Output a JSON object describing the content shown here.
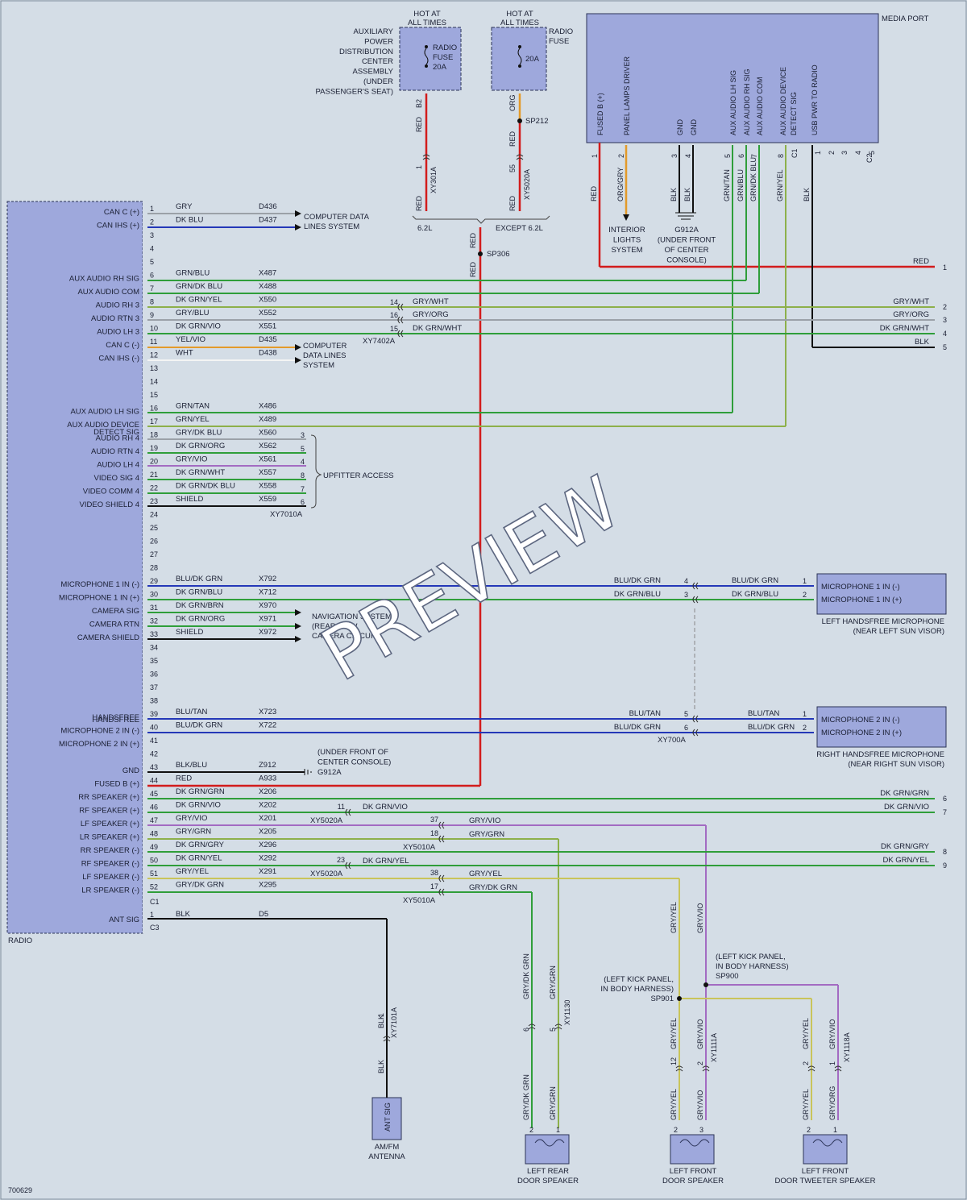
{
  "image_id": "700629",
  "watermark": "PREVIEW",
  "colors": {
    "background": "#d4dde6",
    "module_fill": "#9ea8dc",
    "module_stroke": "#2b3357",
    "red": "#d21c1c",
    "gray": "#9ba1a8",
    "blue": "#2438b8",
    "green": "#2f9e3a",
    "orange": "#e39a2a",
    "black": "#111111",
    "violet": "#a36bc2",
    "yellow_green": "#8db04a",
    "white": "#f4f4f4"
  },
  "radio": {
    "label": "RADIO",
    "connector_c1": "C1",
    "connector_c3": "C3",
    "pins": [
      {
        "n": "1",
        "name": "CAN C (+)",
        "wire": "GRY",
        "circuit": "D436"
      },
      {
        "n": "2",
        "name": "CAN IHS (+)",
        "wire": "DK BLU",
        "circuit": "D437"
      },
      {
        "n": "3",
        "name": "",
        "wire": "",
        "circuit": ""
      },
      {
        "n": "4",
        "name": "",
        "wire": "",
        "circuit": ""
      },
      {
        "n": "5",
        "name": "",
        "wire": "",
        "circuit": ""
      },
      {
        "n": "6",
        "name": "AUX AUDIO RH SIG",
        "wire": "GRN/BLU",
        "circuit": "X487"
      },
      {
        "n": "7",
        "name": "AUX AUDIO COM",
        "wire": "GRN/DK BLU",
        "circuit": "X488"
      },
      {
        "n": "8",
        "name": "AUDIO RH 3",
        "wire": "DK GRN/YEL",
        "circuit": "X550"
      },
      {
        "n": "9",
        "name": "AUDIO RTN 3",
        "wire": "GRY/BLU",
        "circuit": "X552"
      },
      {
        "n": "10",
        "name": "AUDIO LH 3",
        "wire": "DK GRN/VIO",
        "circuit": "X551"
      },
      {
        "n": "11",
        "name": "CAN C (-)",
        "wire": "YEL/VIO",
        "circuit": "D435"
      },
      {
        "n": "12",
        "name": "CAN IHS (-)",
        "wire": "WHT",
        "circuit": "D438"
      },
      {
        "n": "13",
        "name": "",
        "wire": "",
        "circuit": ""
      },
      {
        "n": "14",
        "name": "",
        "wire": "",
        "circuit": ""
      },
      {
        "n": "15",
        "name": "",
        "wire": "",
        "circuit": ""
      },
      {
        "n": "16",
        "name": "AUX AUDIO LH SIG",
        "wire": "GRN/TAN",
        "circuit": "X486"
      },
      {
        "n": "17",
        "name": "AUX AUDIO DEVICE",
        "wire": "GRN/YEL",
        "circuit": "X489"
      },
      {
        "n": "18",
        "name": "AUDIO RH 4",
        "wire": "GRY/DK BLU",
        "circuit": "X560"
      },
      {
        "n": "19",
        "name": "AUDIO RTN 4",
        "wire": "DK GRN/ORG",
        "circuit": "X562"
      },
      {
        "n": "20",
        "name": "AUDIO LH 4",
        "wire": "GRY/VIO",
        "circuit": "X561"
      },
      {
        "n": "21",
        "name": "VIDEO SIG 4",
        "wire": "DK GRN/WHT",
        "circuit": "X557"
      },
      {
        "n": "22",
        "name": "VIDEO COMM 4",
        "wire": "DK GRN/DK BLU",
        "circuit": "X558"
      },
      {
        "n": "23",
        "name": "VIDEO SHIELD 4",
        "wire": "SHIELD",
        "circuit": "X559"
      },
      {
        "n": "24",
        "name": "",
        "wire": "",
        "circuit": ""
      },
      {
        "n": "25",
        "name": "",
        "wire": "",
        "circuit": ""
      },
      {
        "n": "26",
        "name": "",
        "wire": "",
        "circuit": ""
      },
      {
        "n": "27",
        "name": "",
        "wire": "",
        "circuit": ""
      },
      {
        "n": "28",
        "name": "",
        "wire": "",
        "circuit": ""
      },
      {
        "n": "29",
        "name": "MICROPHONE 1 IN (-)",
        "wire": "BLU/DK GRN",
        "circuit": "X792"
      },
      {
        "n": "30",
        "name": "MICROPHONE 1 IN (+)",
        "wire": "DK GRN/BLU",
        "circuit": "X712"
      },
      {
        "n": "31",
        "name": "CAMERA SIG",
        "wire": "DK GRN/BRN",
        "circuit": "X970"
      },
      {
        "n": "32",
        "name": "CAMERA RTN",
        "wire": "DK GRN/ORG",
        "circuit": "X971"
      },
      {
        "n": "33",
        "name": "CAMERA SHIELD",
        "wire": "SHIELD",
        "circuit": "X972"
      },
      {
        "n": "34",
        "name": "",
        "wire": "",
        "circuit": ""
      },
      {
        "n": "35",
        "name": "",
        "wire": "",
        "circuit": ""
      },
      {
        "n": "36",
        "name": "",
        "wire": "",
        "circuit": ""
      },
      {
        "n": "37",
        "name": "",
        "wire": "",
        "circuit": ""
      },
      {
        "n": "38",
        "name": "",
        "wire": "",
        "circuit": ""
      },
      {
        "n": "39",
        "name": "HANDSFREE",
        "wire": "BLU/TAN",
        "circuit": "X723"
      },
      {
        "n": "40",
        "name": "MICROPHONE 2 IN (-)",
        "wire": "BLU/DK GRN",
        "circuit": "X722"
      },
      {
        "n": "41",
        "name": "MICROPHONE 2 IN (+)",
        "wire": "",
        "circuit": ""
      },
      {
        "n": "42",
        "name": "",
        "wire": "",
        "circuit": ""
      },
      {
        "n": "43",
        "name": "GND",
        "wire": "BLK/BLU",
        "circuit": "Z912"
      },
      {
        "n": "44",
        "name": "FUSED B (+)",
        "wire": "RED",
        "circuit": "A933"
      },
      {
        "n": "45",
        "name": "RR SPEAKER (+)",
        "wire": "DK GRN/GRN",
        "circuit": "X206"
      },
      {
        "n": "46",
        "name": "RF SPEAKER (+)",
        "wire": "DK GRN/VIO",
        "circuit": "X202"
      },
      {
        "n": "47",
        "name": "LF SPEAKER (+)",
        "wire": "GRY/VIO",
        "circuit": "X201"
      },
      {
        "n": "48",
        "name": "LR SPEAKER (+)",
        "wire": "GRY/GRN",
        "circuit": "X205"
      },
      {
        "n": "49",
        "name": "RR SPEAKER (-)",
        "wire": "DK GRN/GRY",
        "circuit": "X296"
      },
      {
        "n": "50",
        "name": "RF SPEAKER (-)",
        "wire": "DK GRN/YEL",
        "circuit": "X292"
      },
      {
        "n": "51",
        "name": "LF SPEAKER (-)",
        "wire": "GRY/YEL",
        "circuit": "X291"
      },
      {
        "n": "52",
        "name": "LR SPEAKER (-)",
        "wire": "GRY/DK GRN",
        "circuit": "X295"
      }
    ],
    "extra_labels": {
      "detect_sig": "DETECT SIG",
      "handsfree2": "HANDSFREE",
      "ant_pin": "1",
      "ant_name": "ANT SIG",
      "ant_wire": "BLK",
      "ant_circuit": "D5"
    }
  },
  "top_left_fuse": {
    "hot": "HOT AT",
    "hot2": "ALL TIMES",
    "module_lines": [
      "AUXILIARY",
      "POWER",
      "DISTRIBUTION",
      "CENTER",
      "ASSEMBLY",
      "(UNDER",
      "PASSENGER'S SEAT)"
    ],
    "fuse_lines": [
      "RADIO",
      "FUSE",
      "20A"
    ],
    "cav": "B2",
    "wire": "RED",
    "conn_pin": "1",
    "conn": "XY301A",
    "wire_below": "RED",
    "variant": "6.2L"
  },
  "top_right_fuse": {
    "hot": "HOT AT",
    "hot2": "ALL TIMES",
    "fuse_lines": [
      "RADIO",
      "FUSE"
    ],
    "amp": "20A",
    "wire_top": "ORG",
    "splice": "SP212",
    "wire": "RED",
    "conn_pin": "55",
    "conn": "XY5020A",
    "wire_below": "RED",
    "variant": "EXCEPT 6.2L"
  },
  "splice_sp306": {
    "label": "SP306",
    "wire_top": "RED",
    "wire_bottom": "RED"
  },
  "media_port": {
    "title": "MEDIA PORT",
    "pin_names": [
      "FUSED B (+)",
      "PANEL LAMPS DRIVER",
      "GND",
      "GND",
      "AUX AUDIO LH SIG",
      "AUX AUDIO RH SIG",
      "AUX AUDIO COM",
      "AUX AUDIO DEVICE",
      "DETECT SIG",
      "USB PWR TO RADIO"
    ],
    "pins_c1": [
      "1",
      "2",
      "3",
      "4",
      "5",
      "6",
      "7",
      "8",
      "C1"
    ],
    "pins_c2": [
      "1",
      "2",
      "3",
      "4",
      "5",
      "C2"
    ],
    "wires": [
      "RED",
      "ORG/GRY",
      "BLK",
      "BLK",
      "GRN/TAN",
      "GRN/BLU",
      "GRN/DK BLU",
      "GRN/YEL",
      "BLK"
    ],
    "interior_lights": [
      "INTERIOR",
      "LIGHTS",
      "SYSTEM"
    ],
    "ground": [
      "G912A",
      "(UNDER FRONT",
      "OF CENTER",
      "CONSOLE)"
    ]
  },
  "right_edge": [
    {
      "wire": "RED",
      "n": "1"
    },
    {
      "wire": "GRY/WHT",
      "n": "2"
    },
    {
      "wire": "GRY/ORG",
      "n": "3"
    },
    {
      "wire": "DK GRN/WHT",
      "n": "4"
    },
    {
      "wire": "BLK",
      "n": "5"
    },
    {
      "wire": "DK GRN/GRN",
      "n": "6"
    },
    {
      "wire": "DK GRN/VIO",
      "n": "7"
    },
    {
      "wire": "DK GRN/GRY",
      "n": "8"
    },
    {
      "wire": "DK GRN/YEL",
      "n": "9"
    }
  ],
  "xy7402a": {
    "conn": "XY7402A",
    "rows": [
      {
        "n": "14",
        "wire": "GRY/WHT"
      },
      {
        "n": "16",
        "wire": "GRY/ORG"
      },
      {
        "n": "15",
        "wire": "DK GRN/WHT"
      }
    ]
  },
  "cdl1": [
    "COMPUTER DATA",
    "LINES SYSTEM"
  ],
  "cdl2": [
    "COMPUTER",
    "DATA LINES",
    "SYSTEM"
  ],
  "upfitter": {
    "label": "UPFITTER ACCESS",
    "conn": "XY7010A",
    "pins": [
      "3",
      "5",
      "4",
      "8",
      "7",
      "6"
    ]
  },
  "nav": [
    "NAVIGATION SYSTEM",
    "(REAR VIEW",
    "CAMERA CIRCUIT)"
  ],
  "mic1": {
    "lines": [
      "MICROPHONE 1 IN (-)",
      "MICROPHONE 1 IN (+)"
    ],
    "caption": [
      "LEFT HANDSFREE MICROPHONE",
      "(NEAR LEFT SUN VISOR)"
    ],
    "wires_mid": [
      "BLU/DK GRN",
      "DK GRN/BLU"
    ],
    "conn_pins": [
      "4",
      "3"
    ],
    "wires_end": [
      "BLU/DK GRN",
      "DK GRN/BLU"
    ],
    "end_pins": [
      "1",
      "2"
    ]
  },
  "mic2": {
    "lines": [
      "MICROPHONE 2 IN (-)",
      "MICROPHONE 2 IN (+)"
    ],
    "caption": [
      "RIGHT HANDSFREE MICROPHONE",
      "(NEAR RIGHT SUN VISOR)"
    ],
    "wires_mid": [
      "BLU/TAN",
      "BLU/DK GRN"
    ],
    "conn_pins": [
      "5",
      "6"
    ],
    "conn": "XY700A",
    "wires_end": [
      "BLU/TAN",
      "BLU/DK GRN"
    ],
    "end_pins": [
      "1",
      "2"
    ]
  },
  "gnd_note": [
    "(UNDER FRONT OF",
    "CENTER CONSOLE)",
    "G912A"
  ],
  "speaker_conns": {
    "r46": {
      "n": "11",
      "wire": "DK GRN/VIO"
    },
    "r47": {
      "conn": "XY5020A",
      "n": "37",
      "wire": "GRY/VIO"
    },
    "r48": {
      "n": "18",
      "wire": "GRY/GRN"
    },
    "r49": {
      "conn": "XY5010A"
    },
    "r50": {
      "n": "23",
      "wire": "DK GRN/YEL"
    },
    "r51": {
      "conn": "XY5020A",
      "n": "38",
      "wire": "GRY/YEL"
    },
    "r52": {
      "n": "17",
      "wire": "GRY/DK GRN",
      "conn": "XY5010A"
    }
  },
  "antenna": {
    "wire_top": "BLK",
    "conn": "XY7101A",
    "wire_bottom": "BLK",
    "pin": "1",
    "module": "ANT SIG",
    "caption": [
      "AM/FM",
      "ANTENNA"
    ]
  },
  "lr_door": {
    "wire_a": "GRY/DK GRN",
    "wire_b": "GRY/GRN",
    "pin_a": "6",
    "pin_b": "5",
    "conn": "XY1130",
    "bot_a": "GRY/DK GRN",
    "bot_b": "GRY/GRN",
    "spk_a": "2",
    "spk_b": "1",
    "caption": [
      "LEFT REAR",
      "DOOR SPEAKER"
    ]
  },
  "lf_door": {
    "wire_a": "GRY/YEL",
    "wire_b": "GRY/VIO",
    "sp901": [
      "(LEFT KICK PANEL,",
      "IN BODY HARNESS)",
      "SP901"
    ],
    "sp900": [
      "(LEFT KICK PANEL,",
      "IN BODY HARNESS)",
      "SP900"
    ],
    "pin_a": "12",
    "pin_b": "2",
    "conn": "XY1111A",
    "bot_a": "GRY/YEL",
    "bot_b": "GRY/VIO",
    "spk_a": "2",
    "spk_b": "3",
    "caption": [
      "LEFT FRONT",
      "DOOR SPEAKER"
    ]
  },
  "lf_tweeter": {
    "wire_a": "GRY/YEL",
    "wire_b": "GRY/VIO",
    "pin_a": "2",
    "pin_b": "1",
    "conn": "XY1118A",
    "bot_a": "GRY/YEL",
    "bot_b": "GRY/ORG",
    "spk_a": "2",
    "spk_b": "1",
    "caption": [
      "LEFT FRONT",
      "DOOR TWEETER SPEAKER"
    ]
  }
}
